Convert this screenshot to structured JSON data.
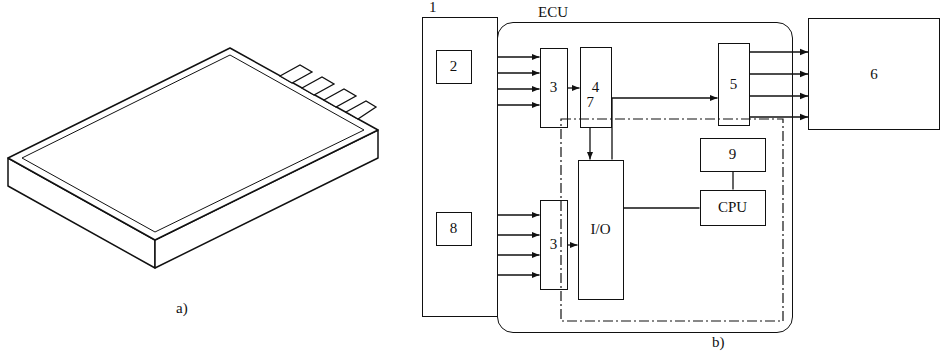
{
  "diagram": {
    "nodes": [
      {
        "text": [
          "1"
        ]
      },
      {
        "text": [
          "2"
        ],
        "in": 0
      },
      {
        "text": [
          "8"
        ],
        "in": 0
      },
      {
        "text": [
          "ECU"
        ]
      },
      {
        "text": [
          "3"
        ],
        "in": 3
      },
      {
        "text": [
          "4"
        ],
        "in": 3
      },
      {
        "text": [
          "5"
        ],
        "in": 3
      },
      {
        "text": [
          "3"
        ],
        "in": 3
      },
      {
        "text": [
          "7"
        ],
        "in": 3
      },
      {
        "text": [
          "I/O"
        ],
        "in": 8
      },
      {
        "text": [
          "9"
        ],
        "in": 8
      },
      {
        "text": [
          "CPU"
        ],
        "in": 8
      },
      {
        "text": [
          "6"
        ]
      }
    ],
    "edges": [
      {
        "from": 0,
        "to": 4,
        "arrow": "to"
      },
      {
        "from": 0,
        "to": 4,
        "arrow": "to"
      },
      {
        "from": 0,
        "to": 4,
        "arrow": "to"
      },
      {
        "from": 0,
        "to": 4,
        "arrow": "to"
      },
      {
        "from": 0,
        "to": 7,
        "arrow": "to"
      },
      {
        "from": 0,
        "to": 7,
        "arrow": "to"
      },
      {
        "from": 0,
        "to": 7,
        "arrow": "to"
      },
      {
        "from": 0,
        "to": 7,
        "arrow": "to"
      },
      {
        "from": 4,
        "to": 5,
        "arrow": "to"
      },
      {
        "from": 5,
        "to": 9,
        "arrow": "to"
      },
      {
        "from": 9,
        "to": 6,
        "arrow": "to"
      },
      {
        "from": 6,
        "to": 12,
        "arrow": "to"
      },
      {
        "from": 6,
        "to": 12,
        "arrow": "to"
      },
      {
        "from": 6,
        "to": 12,
        "arrow": "to"
      },
      {
        "from": 6,
        "to": 12,
        "arrow": "to"
      },
      {
        "from": 7,
        "to": 9,
        "arrow": "to"
      },
      {
        "from": 10,
        "to": 11,
        "arrow": "none"
      },
      {
        "from": 11,
        "to": 9,
        "arrow": "none"
      }
    ],
    "labels": [
      "a)",
      "b)"
    ]
  }
}
